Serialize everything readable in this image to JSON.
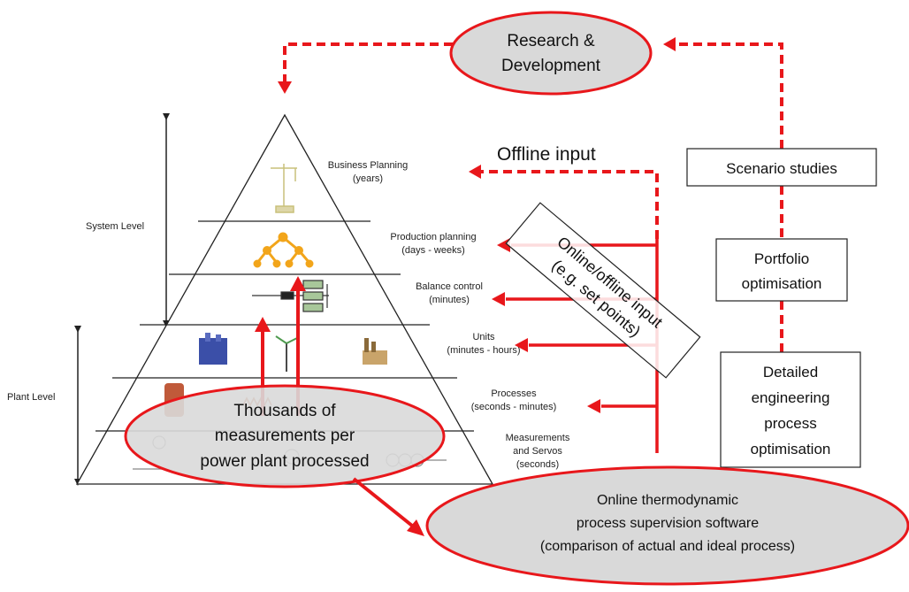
{
  "colors": {
    "accent_red": "#e8171b",
    "ellipse_fill": "#d9d9d9",
    "line": "#222222",
    "box_fill": "#ffffff",
    "icon_orange": "#f2a51a",
    "icon_blue": "#3b4fa8",
    "icon_green": "#4f9a4f"
  },
  "top_node": {
    "line1": "Research &",
    "line2": "Development"
  },
  "left_axis": {
    "system_level": "System Level",
    "plant_level": "Plant Level"
  },
  "pyramid_levels": [
    {
      "line1": "Business Planning",
      "line2": "(years)"
    },
    {
      "line1": "Production planning",
      "line2": "(days - weeks)"
    },
    {
      "line1": "Balance control",
      "line2": "(minutes)"
    },
    {
      "line1": "Units",
      "line2": "(minutes - hours)"
    },
    {
      "line1": "Processes",
      "line2": "(seconds - minutes)"
    },
    {
      "line1": "Measurements",
      "line2": "and Servos",
      "line3": "(seconds)"
    }
  ],
  "pyramid_icons": [
    {
      "level": "Business Planning",
      "icon": "crane-icon"
    },
    {
      "level": "Production planning",
      "icon": "hierarchy-tree-icon"
    },
    {
      "level": "Balance control",
      "icon": "circuit-diagram-icon"
    },
    {
      "level": "Units",
      "icon": "power-plant-icon"
    },
    {
      "level": "Units",
      "icon": "wind-turbine-icon"
    },
    {
      "level": "Units",
      "icon": "factory-icon"
    },
    {
      "level": "Processes",
      "icon": "boiler-icon"
    },
    {
      "level": "Measurements and Servos",
      "icon": "sensor-icon"
    }
  ],
  "labels": {
    "offline_input": "Offline input",
    "online_offline_input_line1": "Online/offline input",
    "online_offline_input_line2": "(e.g. set points)"
  },
  "right_boxes": {
    "scenario": "Scenario studies",
    "portfolio_line1": "Portfolio",
    "portfolio_line2": "optimisation",
    "detailed_line1": "Detailed",
    "detailed_line2": "engineering",
    "detailed_line3": "process",
    "detailed_line4": "optimisation"
  },
  "measurement_ellipse": {
    "line1": "Thousands of",
    "line2": "measurements per",
    "line3": "power plant processed"
  },
  "software_ellipse": {
    "line1": "Online thermodynamic",
    "line2": "process supervision software",
    "line3": "(comparison of actual and ideal process)"
  }
}
